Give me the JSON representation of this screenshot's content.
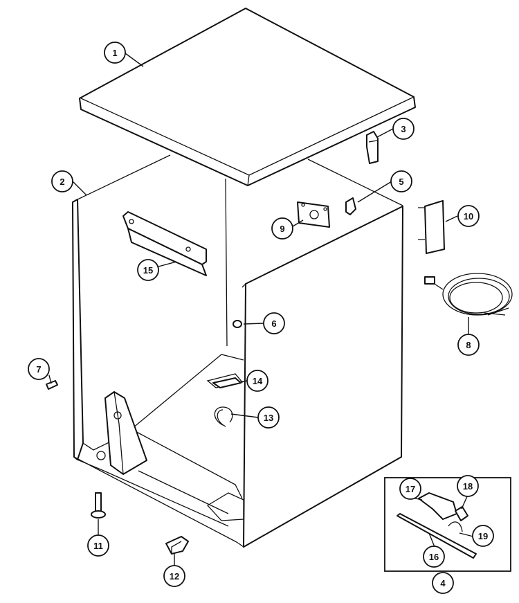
{
  "diagram": {
    "colors": {
      "ink": "#111111",
      "background": "#ffffff"
    },
    "callouts": [
      {
        "id": "c1",
        "label": "1"
      },
      {
        "id": "c2",
        "label": "2"
      },
      {
        "id": "c3",
        "label": "3"
      },
      {
        "id": "c4",
        "label": "4"
      },
      {
        "id": "c5",
        "label": "5"
      },
      {
        "id": "c6",
        "label": "6"
      },
      {
        "id": "c7",
        "label": "7"
      },
      {
        "id": "c8",
        "label": "8"
      },
      {
        "id": "c9",
        "label": "9"
      },
      {
        "id": "c10",
        "label": "10"
      },
      {
        "id": "c11",
        "label": "11"
      },
      {
        "id": "c12",
        "label": "12"
      },
      {
        "id": "c13",
        "label": "13"
      },
      {
        "id": "c14",
        "label": "14"
      },
      {
        "id": "c15",
        "label": "15"
      },
      {
        "id": "c16",
        "label": "16"
      },
      {
        "id": "c17",
        "label": "17"
      },
      {
        "id": "c18",
        "label": "18"
      },
      {
        "id": "c19",
        "label": "19"
      }
    ]
  }
}
